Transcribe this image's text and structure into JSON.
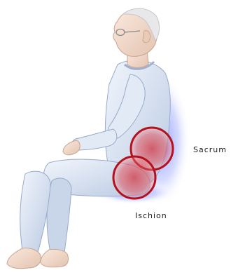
{
  "labels": {
    "sacrum": "Sacrum",
    "ischion": "Ischion"
  },
  "colors": {
    "pressure_red": "#cc1f2a",
    "skin": "#f0d8c8",
    "clothing": "#d6e2f2",
    "glow": "#2a4cff"
  },
  "icons": {
    "figure": "seated-elderly-man",
    "pressure_zone": "red-circle"
  }
}
